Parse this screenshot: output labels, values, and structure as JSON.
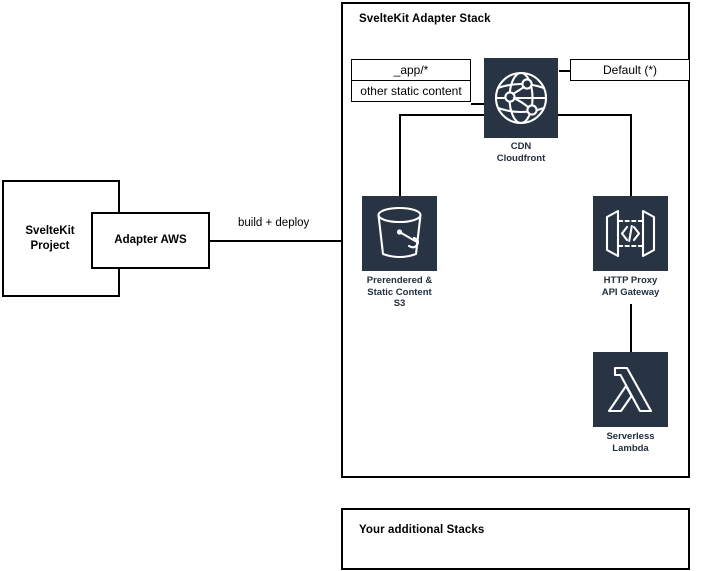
{
  "diagram": {
    "title_main_stack": "SvelteKit Adapter Stack",
    "title_additional_stack": "Your additional Stacks",
    "project_box_label": "SvelteKit\nProject",
    "project_box_line1": "SvelteKit",
    "project_box_line2": "Project",
    "adapter_box_label": "Adapter AWS",
    "edge_build_deploy": "build + deploy",
    "route_app": "_app/*",
    "route_static": "other static content",
    "route_default": "Default (*)",
    "nodes": {
      "cdn": {
        "icon": "cloudfront-globe-icon",
        "line1": "CDN",
        "line2": "Cloudfront"
      },
      "s3": {
        "icon": "s3-bucket-icon",
        "line1": "Prerendered &",
        "line2": "Static Content",
        "line3": "S3"
      },
      "apigw": {
        "icon": "api-gateway-icon",
        "line1": "HTTP Proxy",
        "line2": "API Gateway"
      },
      "lambda": {
        "icon": "lambda-icon",
        "line1": "Serverless",
        "line2": "Lambda"
      }
    },
    "colors": {
      "icon_tile": "#283344",
      "icon_glyph": "#ffffff",
      "label_text": "#232f3e",
      "stroke": "#000000",
      "background": "#ffffff"
    }
  }
}
